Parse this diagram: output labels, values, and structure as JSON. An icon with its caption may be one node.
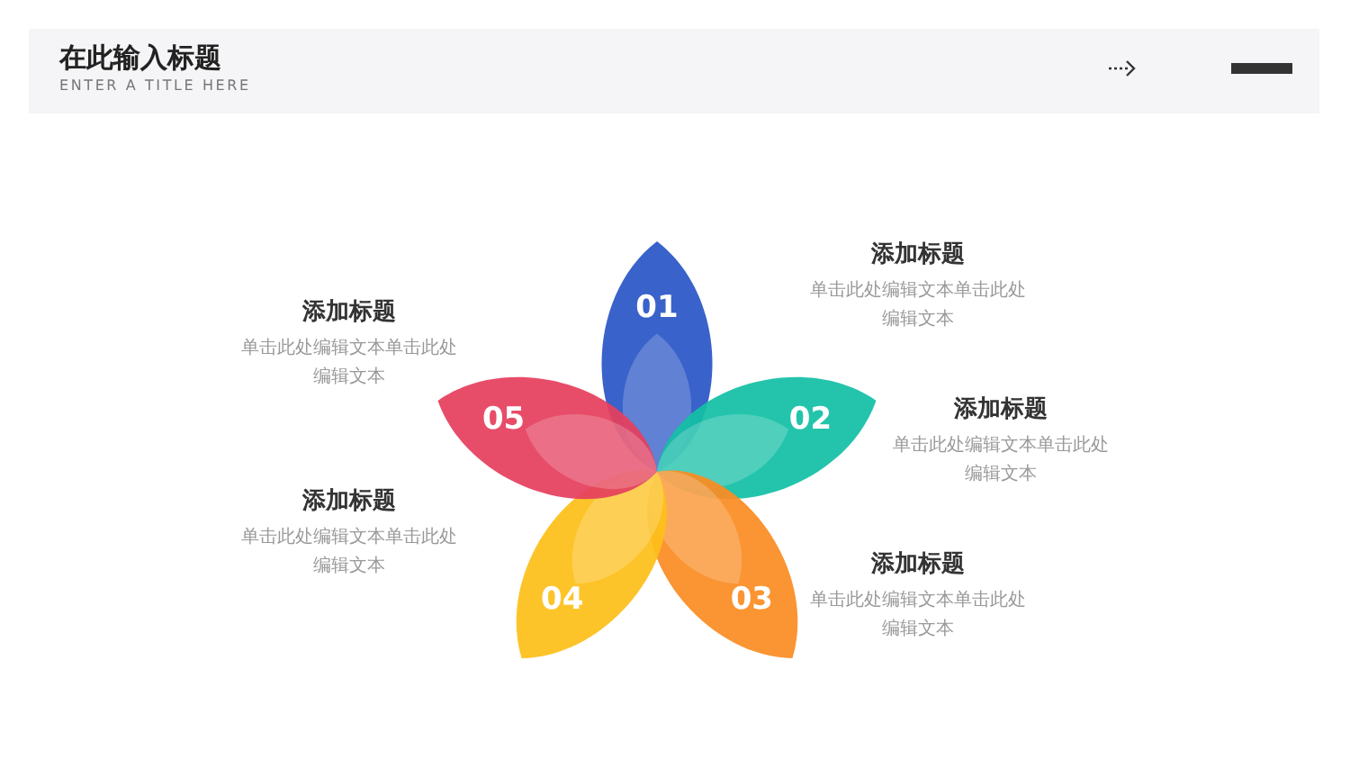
{
  "diagram": {
    "title": "在此输入标题",
    "nodes": [
      {
        "text": [
          "01"
        ],
        "beside": [
          "添加标题",
          "单击此处编辑文本单击此处编辑文本"
        ]
      },
      {
        "text": [
          "02"
        ],
        "beside": [
          "添加标题",
          "单击此处编辑文本单击此处编辑文本"
        ]
      },
      {
        "text": [
          "03"
        ],
        "beside": [
          "添加标题",
          "单击此处编辑文本单击此处编辑文本"
        ]
      },
      {
        "text": [
          "04"
        ],
        "beside": [
          "添加标题",
          "单击此处编辑文本单击此处编辑文本"
        ]
      },
      {
        "text": [
          "05"
        ],
        "beside": [
          "添加标题",
          "单击此处编辑文本单击此处编辑文本"
        ]
      }
    ],
    "labels": [
      "ENTER A TITLE HERE"
    ]
  }
}
